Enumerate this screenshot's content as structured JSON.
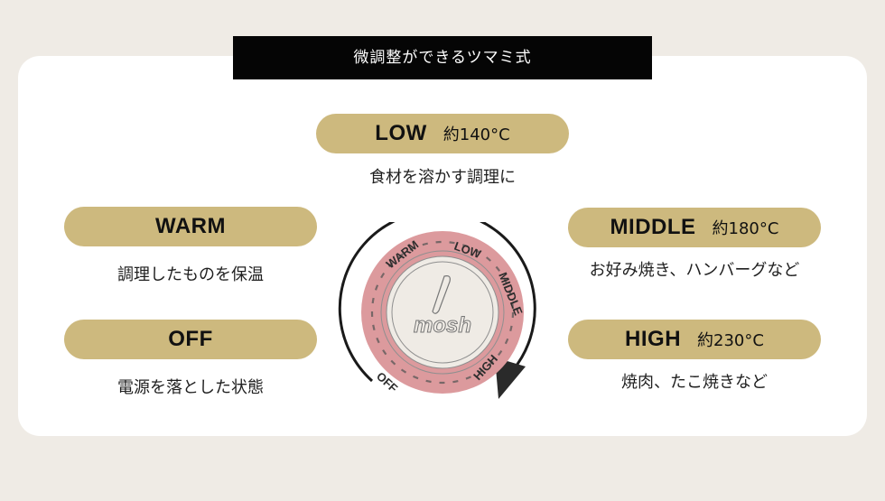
{
  "header": {
    "title": "微調整ができるツマミ式"
  },
  "modes": {
    "low": {
      "label": "LOW",
      "temp": "約140°C",
      "description": "食材を溶かす調理に"
    },
    "warm": {
      "label": "WARM",
      "temp": "",
      "description": "調理したものを保温"
    },
    "off": {
      "label": "OFF",
      "temp": "",
      "description": "電源を落とした状態"
    },
    "middle": {
      "label": "MIDDLE",
      "temp": "約180°C",
      "description": "お好み焼き、ハンバーグなど"
    },
    "high": {
      "label": "HIGH",
      "temp": "約230°C",
      "description": "焼肉、たこ焼きなど"
    }
  },
  "dial": {
    "brand": "mosh",
    "ring_labels": [
      "OFF",
      "WARM",
      "LOW",
      "MIDDLE",
      "HIGH"
    ],
    "colors": {
      "ring": "#dc9a9d",
      "face": "#efebe5",
      "pill": "#cdb97e",
      "arrow": "#1a1a1a"
    }
  }
}
